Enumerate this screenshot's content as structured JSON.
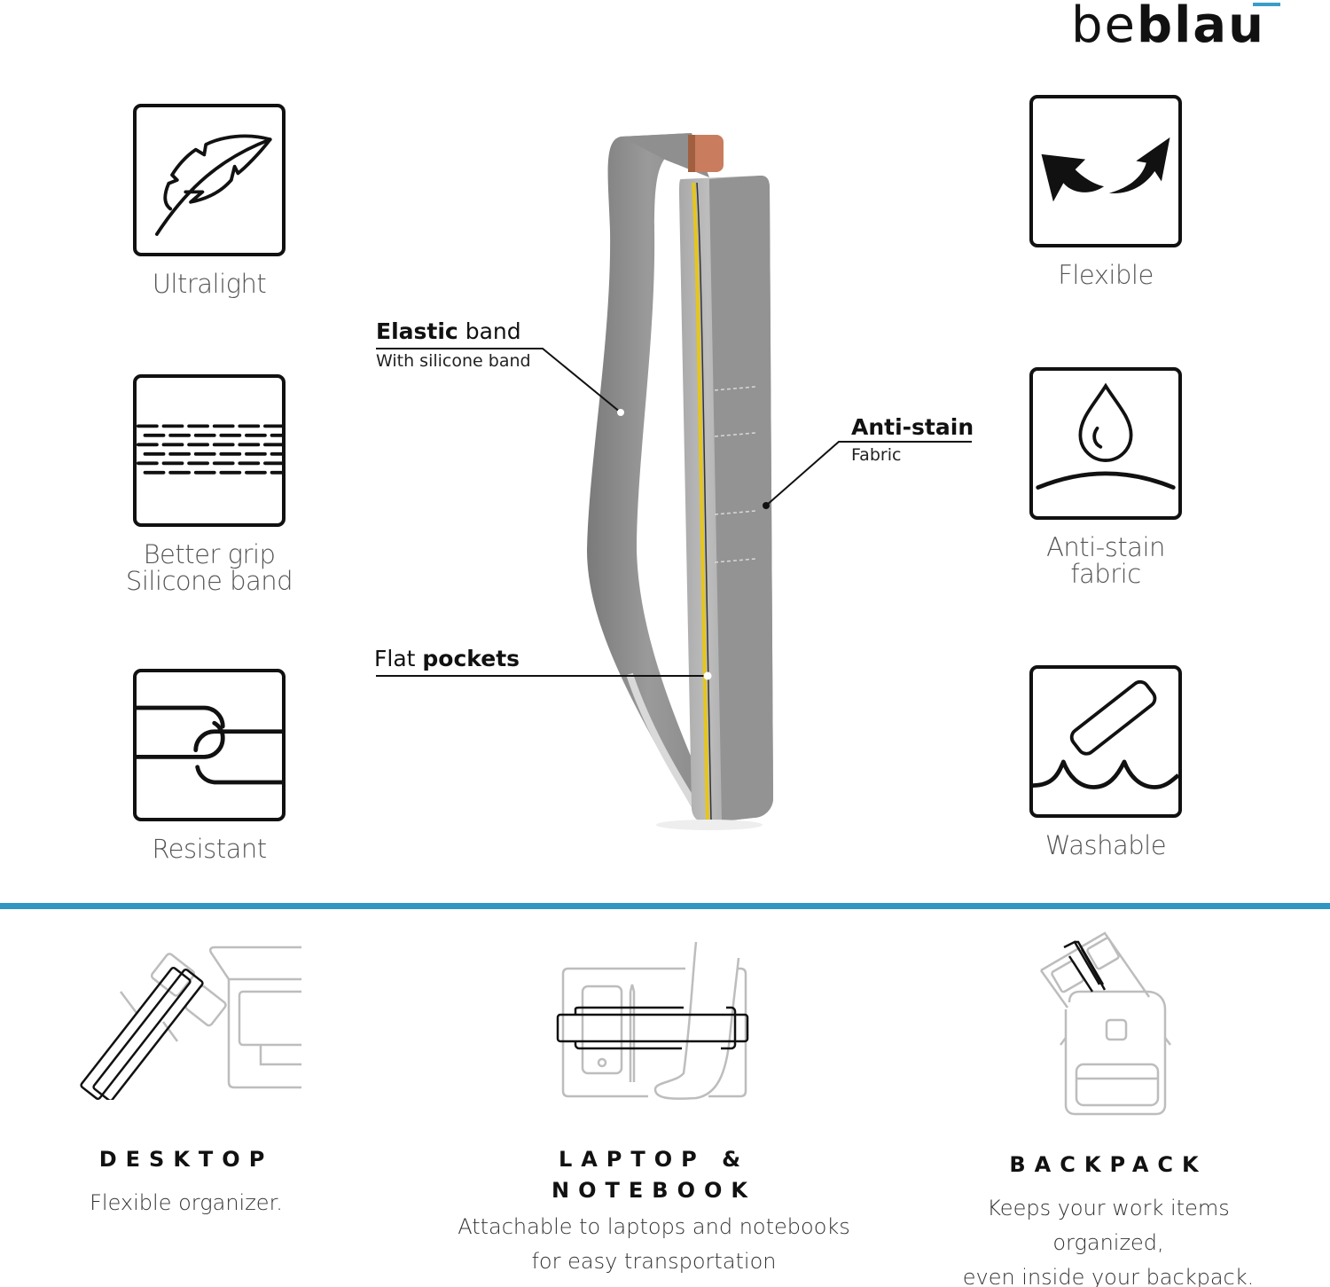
{
  "brand": {
    "logo_light": "be",
    "logo_bold": "blau",
    "accent_color": "#2f97c1"
  },
  "features_left": [
    {
      "label": "Ultralight",
      "icon": "feather-icon"
    },
    {
      "label": "Better grip\nSilicone band",
      "label_line1": "Better grip",
      "label_line2": "Silicone band",
      "icon": "silicone-grip-icon"
    },
    {
      "label": "Resistant",
      "icon": "interlocked-chain-icon"
    }
  ],
  "features_right": [
    {
      "label": "Flexible",
      "icon": "flex-arrows-icon"
    },
    {
      "label_line1": "Anti-stain",
      "label_line2": "fabric",
      "icon": "water-drop-icon"
    },
    {
      "label": "Washable",
      "icon": "washable-waves-icon"
    }
  ],
  "callouts": {
    "elastic": {
      "title_bold": "Elastic",
      "title_rest": " band",
      "sub": "With silicone band"
    },
    "antistain": {
      "title_bold": "Anti-stain",
      "sub": "Fabric"
    },
    "pockets": {
      "title_light": "Flat ",
      "title_bold": "pockets"
    }
  },
  "product": {
    "name": "elastic organizer band",
    "colors": {
      "felt": "#8e8e8e",
      "felt_light": "#b4b4b4",
      "zip": "#e6c619",
      "leather_tab": "#c97d5e"
    }
  },
  "uses": [
    {
      "heading": "DESKTOP",
      "desc_line1": "Flexible organizer.",
      "icon": "desktop-illustration"
    },
    {
      "heading_line1": "LAPTOP &",
      "heading_line2": "NOTEBOOK",
      "desc_line1": "Attachable to laptops and notebooks",
      "desc_line2": "for easy transportation",
      "icon": "laptop-illustration"
    },
    {
      "heading": "BACKPACK",
      "desc_line1": "Keeps your work items organized,",
      "desc_line2": "even inside your backpack.",
      "icon": "backpack-illustration"
    }
  ]
}
